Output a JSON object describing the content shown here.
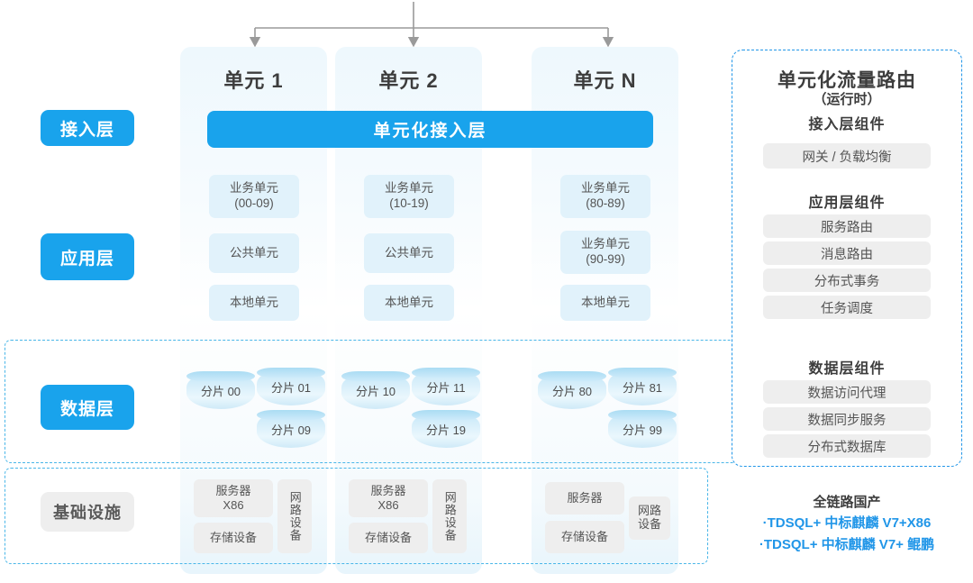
{
  "layers": [
    {
      "id": "access",
      "label": "接入层",
      "style": "blue"
    },
    {
      "id": "app",
      "label": "应用层",
      "style": "blue"
    },
    {
      "id": "data",
      "label": "数据层",
      "style": "blue"
    },
    {
      "id": "infra",
      "label": "基础设施",
      "style": "grey"
    }
  ],
  "access_bar": {
    "label": "单元化接入层"
  },
  "units": [
    {
      "title": "单元 1",
      "app_boxes": [
        {
          "line1": "业务单元",
          "line2": "(00-09)"
        },
        {
          "line1": "公共单元",
          "line2": ""
        },
        {
          "line1": "本地单元",
          "line2": ""
        }
      ],
      "shards": [
        "分片 00",
        "分片 01",
        "分片 09"
      ],
      "infra": {
        "server": "服务器",
        "server_sub": "X86",
        "storage": "存储设备",
        "network": "网路设备"
      }
    },
    {
      "title": "单元 2",
      "app_boxes": [
        {
          "line1": "业务单元",
          "line2": "(10-19)"
        },
        {
          "line1": "公共单元",
          "line2": ""
        },
        {
          "line1": "本地单元",
          "line2": ""
        }
      ],
      "shards": [
        "分片 10",
        "分片 11",
        "分片 19"
      ],
      "infra": {
        "server": "服务器",
        "server_sub": "X86",
        "storage": "存储设备",
        "network": "网路设备"
      }
    },
    {
      "title": "单元 N",
      "app_boxes": [
        {
          "line1": "业务单元",
          "line2": "(80-89)"
        },
        {
          "line1": "业务单元",
          "line2": "(90-99)"
        },
        {
          "line1": "本地单元",
          "line2": ""
        }
      ],
      "shards": [
        "分片 80",
        "分片 81",
        "分片 99"
      ],
      "infra": {
        "server": "服务器",
        "server_sub": "",
        "storage": "存储设备",
        "network": "网路设备"
      }
    }
  ],
  "right_panel": {
    "title": "单元化流量路由",
    "subtitle": "（运行时）",
    "sections": [
      {
        "heading": "接入层组件",
        "items": [
          "网关 / 负载均衡"
        ]
      },
      {
        "heading": "应用层组件",
        "items": [
          "服务路由",
          "消息路由",
          "分布式事务",
          "任务调度"
        ]
      },
      {
        "heading": "数据层组件",
        "items": [
          "数据访问代理",
          "数据同步服务",
          "分布式数据库"
        ]
      }
    ]
  },
  "footer": {
    "title": "全链路国产",
    "lines": [
      "·TDSQL+ 中标麒麟 V7+X86",
      "·TDSQL+ 中标麒麟 V7+ 鲲鹏"
    ]
  },
  "colors": {
    "accent": "#19a3ec",
    "dashed": "#49b6e8",
    "panel_border": "#2196e8",
    "app_box": "#e1f2fb",
    "grey_box": "#eeeeee",
    "connector": "#9a9a9a"
  }
}
